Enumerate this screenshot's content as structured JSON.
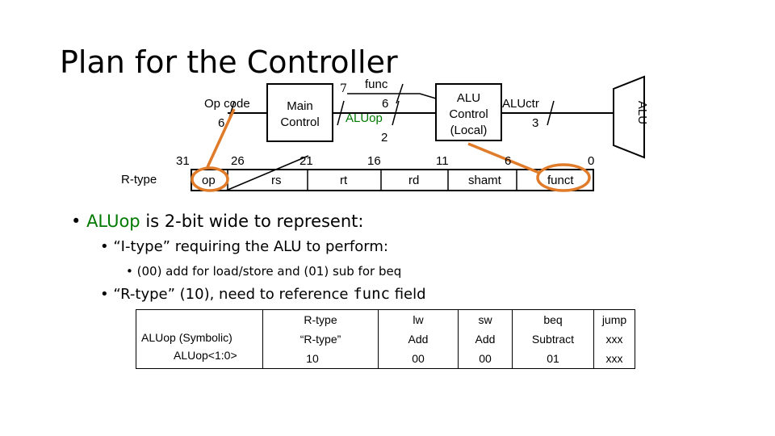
{
  "slide": {
    "title": "Plan for the Controller"
  },
  "diagram": {
    "opcode_label": "Op code",
    "opcode_width": "6",
    "main_control": [
      "Main",
      "Control"
    ],
    "func_label": "func",
    "func_bus_width": "7",
    "func_width": "6",
    "aluop_label": "ALUop",
    "aluop_width": "2",
    "alu_control": [
      "ALU",
      "Control",
      "(Local)"
    ],
    "aluctr_label": "ALUctr",
    "aluctr_width": "3",
    "alu_label": "ALU",
    "rtype_label": "R-type",
    "bit_positions": [
      "31",
      "26",
      "21",
      "16",
      "11",
      "6",
      "0"
    ],
    "fields": [
      "op",
      "rs",
      "rt",
      "rd",
      "shamt",
      "funct"
    ],
    "highlight_color": "#e07b2a"
  },
  "bullets": {
    "b1_prefix": "ALUop",
    "b1_rest": " is 2-bit wide to represent:",
    "b2": "“I-type” requiring the ALU to perform:",
    "b3": "(00) add for load/store and (01) sub for beq",
    "b4_prefix": "“R-type” (10), need to reference ",
    "b4_code": "func",
    "b4_suffix": " field"
  },
  "table": {
    "row_headers": [
      "ALUop (Symbolic)",
      "ALUop<1:0>"
    ],
    "columns": [
      {
        "header": "R-type",
        "symbolic": "“R-type”",
        "bits": "10"
      },
      {
        "header": "lw",
        "symbolic": "Add",
        "bits": "00"
      },
      {
        "header": "sw",
        "symbolic": "Add",
        "bits": "00"
      },
      {
        "header": "beq",
        "symbolic": "Subtract",
        "bits": "01"
      },
      {
        "header": "jump",
        "symbolic": "xxx",
        "bits": "xxx"
      }
    ]
  },
  "colors": {
    "accent_green": "#007a00",
    "highlight_orange": "#e07b2a"
  }
}
